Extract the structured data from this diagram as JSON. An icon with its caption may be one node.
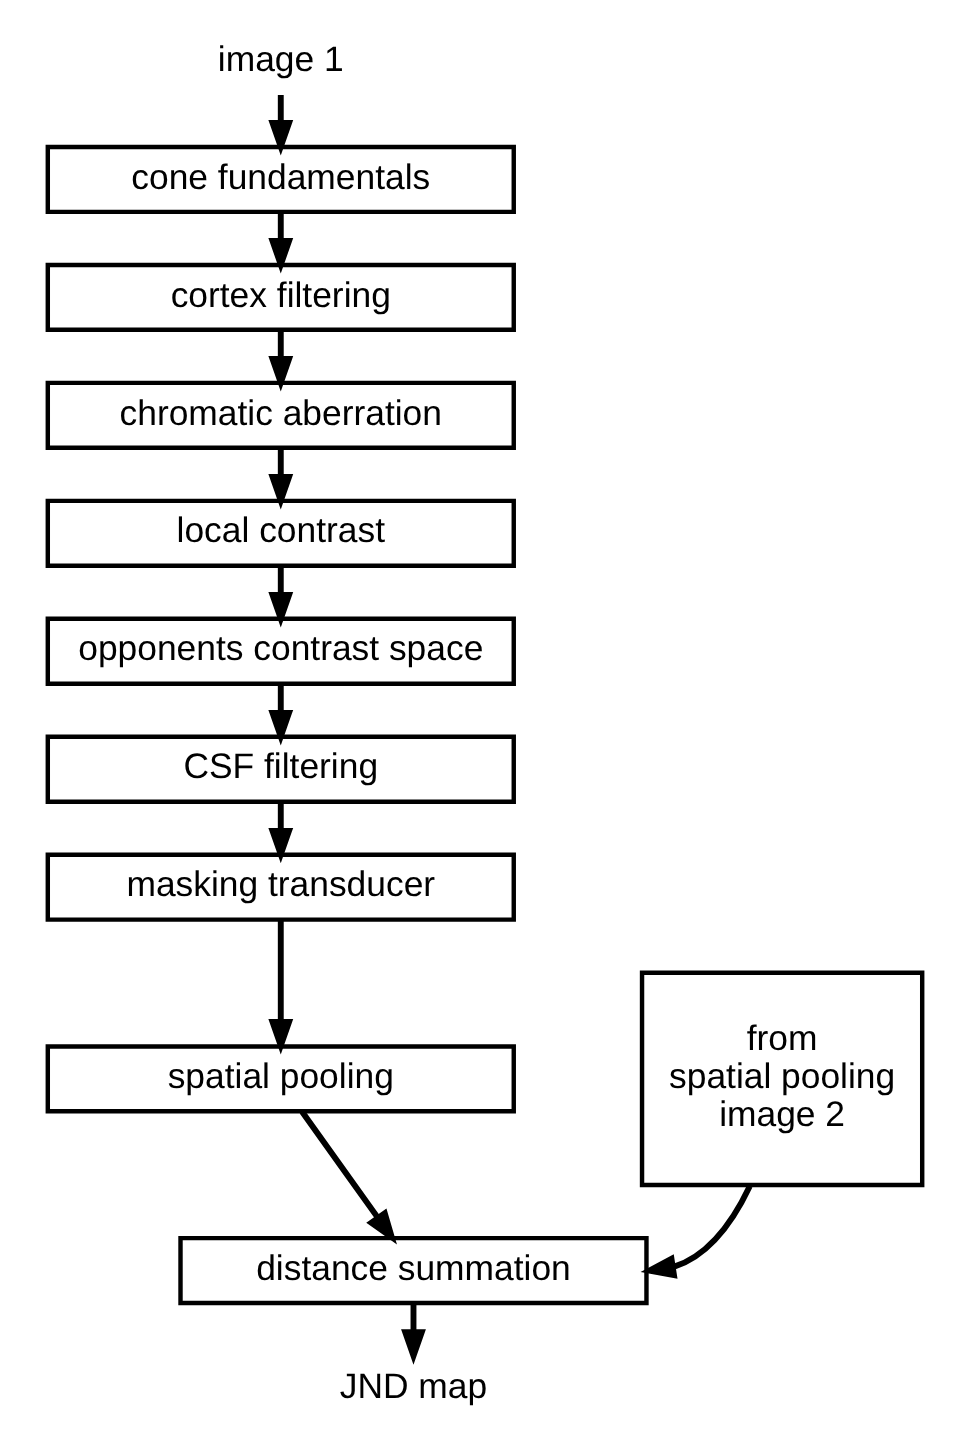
{
  "diagram": {
    "nodes": [
      {
        "text": [
          "image 1"
        ]
      },
      {
        "text": [
          "cone fundamentals"
        ]
      },
      {
        "text": [
          "cortex filtering"
        ]
      },
      {
        "text": [
          "chromatic aberration"
        ]
      },
      {
        "text": [
          "local contrast"
        ]
      },
      {
        "text": [
          "opponents contrast space"
        ]
      },
      {
        "text": [
          "CSF filtering"
        ]
      },
      {
        "text": [
          "masking transducer"
        ]
      },
      {
        "text": [
          "spatial pooling"
        ]
      },
      {
        "text": [
          "distance summation"
        ]
      },
      {
        "text": [
          "from spatial pooling image 2"
        ]
      },
      {
        "text": [
          "JND map"
        ]
      }
    ],
    "edges": [
      {
        "from": 0,
        "to": 1,
        "arrow": "to"
      },
      {
        "from": 1,
        "to": 2,
        "arrow": "to"
      },
      {
        "from": 2,
        "to": 3,
        "arrow": "to"
      },
      {
        "from": 3,
        "to": 4,
        "arrow": "to"
      },
      {
        "from": 4,
        "to": 5,
        "arrow": "to"
      },
      {
        "from": 5,
        "to": 6,
        "arrow": "to"
      },
      {
        "from": 6,
        "to": 7,
        "arrow": "to"
      },
      {
        "from": 7,
        "to": 8,
        "arrow": "to"
      },
      {
        "from": 8,
        "to": 9,
        "arrow": "to"
      },
      {
        "from": 10,
        "to": 9,
        "arrow": "to"
      },
      {
        "from": 9,
        "to": 11,
        "arrow": "to"
      }
    ]
  }
}
